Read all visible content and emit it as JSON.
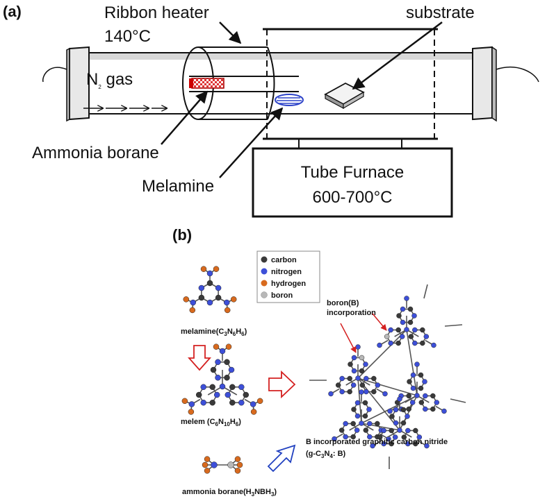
{
  "panel_a": {
    "tag": "(a)",
    "ribbon_heater": "Ribbon heater",
    "ribbon_temp": "140°C",
    "substrate": "substrate",
    "n2_main": "N",
    "n2_sub": "2",
    "n2_rest": " gas",
    "ammonia_borane": "Ammonia borane",
    "melamine": "Melamine",
    "furnace_title": "Tube Furnace",
    "furnace_temp": "600-700°C"
  },
  "panel_b": {
    "tag": "(b)",
    "legend": {
      "carbon": "carbon",
      "nitrogen": "nitrogen",
      "hydrogen": "hydrogen",
      "boron": "boron"
    },
    "melamine_pre": "melamine(C",
    "melamine_s1": "3",
    "melamine_m1": "N",
    "melamine_s2": "6",
    "melamine_m2": "H",
    "melamine_s3": "6",
    "melamine_post": ")",
    "melem_pre": "melem (C",
    "melem_s1": "6",
    "melem_m1": "N",
    "melem_s2": "10",
    "melem_m2": "H",
    "melem_s3": "6",
    "melem_post": ")",
    "ab_pre": "ammonia borane(H",
    "ab_s1": "3",
    "ab_m1": "NBH",
    "ab_s2": "3",
    "ab_post": ")",
    "boron_line1": "boron(B)",
    "boron_line2": "incorporation",
    "product_line1": "B incorporated graphitic carbon nitride",
    "product_pre": "(g-C",
    "product_s1": "3",
    "product_m1": "N",
    "product_s2": "4",
    "product_post": ": B)"
  },
  "colors": {
    "carbon": "#3a3a3a",
    "nitrogen": "#3d4fd8",
    "hydrogen": "#d86a1e",
    "boron": "#b8b8b8",
    "red_arrow": "#d42020",
    "blue_arrow": "#2040c0"
  }
}
